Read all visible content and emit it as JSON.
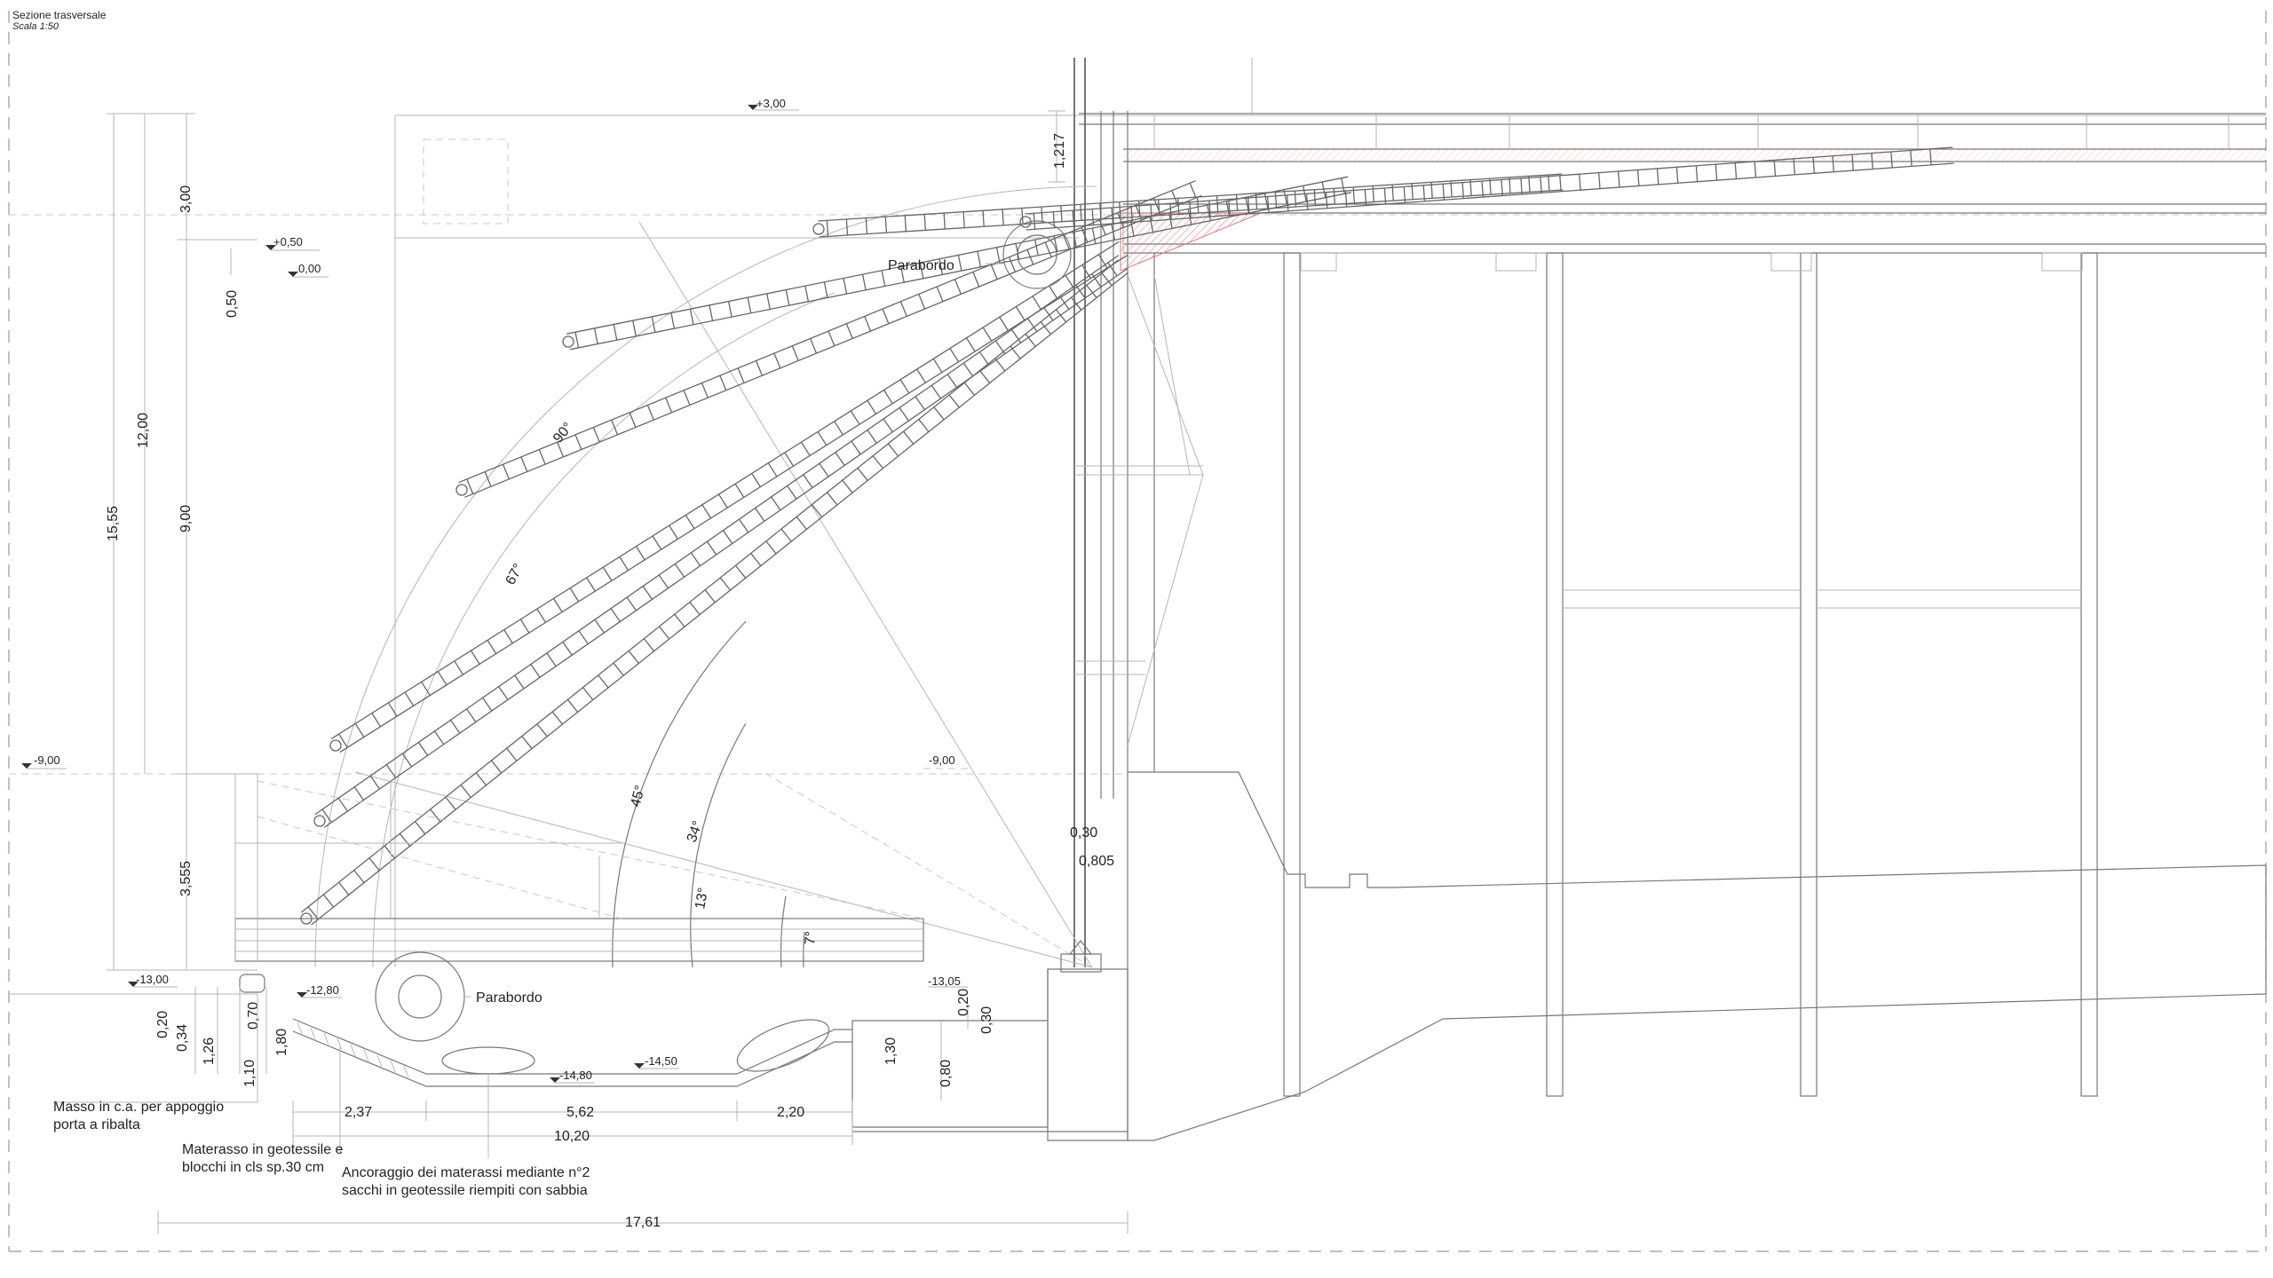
{
  "title": {
    "heading": "Sezione trasversale",
    "scale": "Scala 1:50"
  },
  "levels": {
    "l_plus300": "+3,00",
    "l_plus050": "+0,50",
    "l_000": "0,00",
    "l_minus900_left": "-9,00",
    "l_minus900_mid": "-9,00",
    "l_minus1300": "-13,00",
    "l_minus1280": "-12,80",
    "l_minus1305": "-13,05",
    "l_minus1480": "-14,80",
    "l_minus1450": "-14,50"
  },
  "vertical_dims": {
    "d_1555": "15,55",
    "d_1200": "12,00",
    "d_300": "3,00",
    "d_050": "0,50",
    "d_900": "9,00",
    "d_3555": "3,555",
    "d_1217": "1,217",
    "d_020a": "0,20",
    "d_034": "0,34",
    "d_070": "0,70",
    "d_126": "1,26",
    "d_110": "1,10",
    "d_180": "1,80",
    "d_030a": "0,30",
    "d_0805": "0,805",
    "d_020b": "0,20",
    "d_030b": "0,30",
    "d_130": "1,30",
    "d_080": "0,80"
  },
  "horizontal_dims": {
    "d_237": "2,37",
    "d_562": "5,62",
    "d_220": "2,20",
    "d_1020": "10,20",
    "d_1761": "17,61"
  },
  "angles": {
    "a90": "90°",
    "a67": "67°",
    "a45": "45°",
    "a34": "34°",
    "a13": "13°",
    "a7": "7°"
  },
  "labels": {
    "parabordo_top": "Parabordo",
    "parabordo_bottom": "Parabordo",
    "masso_l1": "Masso in c.a. per appoggio",
    "masso_l2": "porta a ribalta",
    "materasso_l1": "Materasso in geotessile e",
    "materasso_l2": "blocchi  in cls sp.30 cm",
    "ancoraggio_l1": "Ancoraggio dei materassi mediante n°2",
    "ancoraggio_l2": "sacchi in geotessile riempiti con sabbia"
  },
  "colors": {
    "line": "#777777",
    "highlight": "#e07a7a"
  },
  "arm_angles_deg": [
    90,
    67,
    45,
    34,
    13,
    7
  ]
}
